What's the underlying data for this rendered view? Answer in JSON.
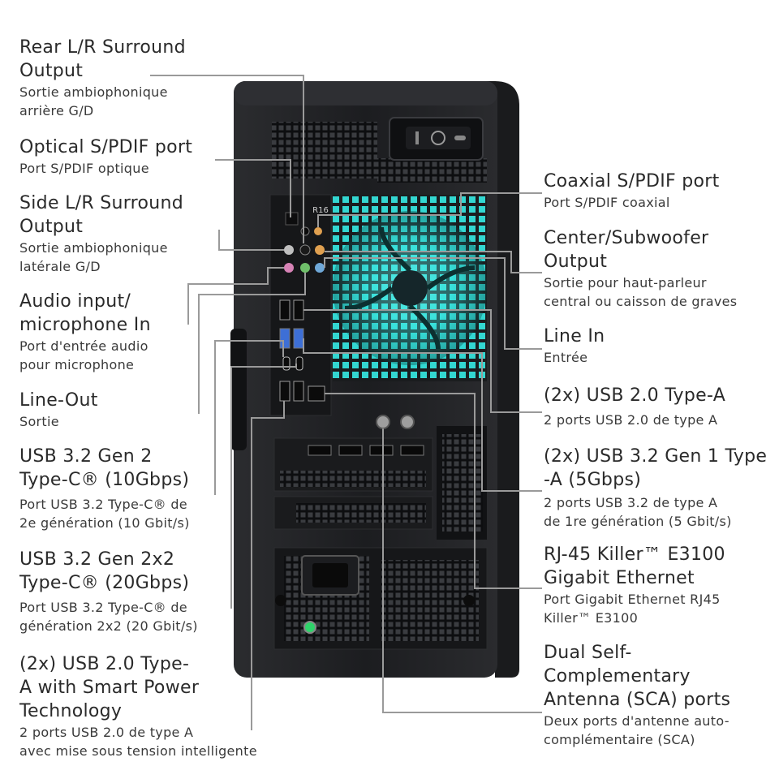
{
  "product": {
    "model_badge": "R16"
  },
  "callouts_left": [
    {
      "id": "rear-surround",
      "title": [
        "Rear L/R Surround",
        "Output"
      ],
      "subtitle": [
        "Sortie ambiophonique",
        "arrière G/D"
      ]
    },
    {
      "id": "optical-spdif",
      "title": [
        "Optical S/PDIF port"
      ],
      "subtitle": [
        "Port S/PDIF optique"
      ]
    },
    {
      "id": "side-surround",
      "title": [
        "Side L/R Surround",
        "Output"
      ],
      "subtitle": [
        "Sortie ambiophonique",
        "latérale G/D"
      ]
    },
    {
      "id": "audio-input",
      "title": [
        "Audio input/",
        "microphone In"
      ],
      "subtitle": [
        "Port d'entrée audio",
        "pour microphone"
      ]
    },
    {
      "id": "line-out",
      "title": [
        "Line-Out"
      ],
      "subtitle": [
        "Sortie"
      ]
    },
    {
      "id": "usb32-gen2-typec",
      "title": [
        "USB 3.2 Gen 2",
        "Type-C® (10Gbps)"
      ],
      "subtitle": [
        "Port USB 3.2 Type-C® de",
        "2e génération (10 Gbit/s)"
      ]
    },
    {
      "id": "usb32-gen2x2-typec",
      "title": [
        "USB 3.2 Gen 2x2",
        "Type-C® (20Gbps)"
      ],
      "subtitle": [
        "Port USB 3.2 Type-C® de",
        "génération 2x2 (20 Gbit/s)"
      ]
    },
    {
      "id": "usb20-smart-power",
      "title": [
        "(2x) USB 2.0 Type-",
        "A with Smart Power",
        "Technology"
      ],
      "subtitle": [
        "2 ports USB 2.0 de type A",
        "avec mise sous tension intelligente"
      ]
    }
  ],
  "callouts_right": [
    {
      "id": "coaxial-spdif",
      "title": [
        "Coaxial S/PDIF port"
      ],
      "subtitle": [
        "Port S/PDIF coaxial"
      ]
    },
    {
      "id": "center-sub",
      "title": [
        "Center/Subwoofer",
        "Output"
      ],
      "subtitle": [
        "Sortie pour haut-parleur",
        "central ou caisson de graves"
      ]
    },
    {
      "id": "line-in",
      "title": [
        "Line In"
      ],
      "subtitle": [
        "Entrée"
      ]
    },
    {
      "id": "usb20-typea",
      "title": [
        "(2x) USB 2.0 Type-A"
      ],
      "subtitle": [
        "2 ports USB 2.0 de type A"
      ]
    },
    {
      "id": "usb32-gen1-typea",
      "title": [
        "(2x) USB 3.2 Gen 1 Type",
        "-A (5Gbps)"
      ],
      "subtitle": [
        "2 ports USB 3.2 de type A",
        "de 1re génération (5 Gbit/s)"
      ]
    },
    {
      "id": "rj45",
      "title": [
        "RJ-45 Killer™ E3100",
        "Gigabit Ethernet"
      ],
      "subtitle": [
        "Port Gigabit Ethernet RJ45",
        "Killer™ E3100"
      ]
    },
    {
      "id": "antenna",
      "title": [
        "Dual Self-",
        "Complementary",
        "Antenna (SCA) ports"
      ],
      "subtitle": [
        "Deux ports d'antenne auto-",
        "complémentaire (SCA)"
      ]
    }
  ],
  "colors": {
    "case": "#1f2022",
    "panel": "#151618",
    "fan_glow": "#3fe6e0",
    "leader": "#8a8a8a",
    "audio_green": "#6fbf6a",
    "audio_pink": "#d783b6",
    "audio_blue": "#6fa8d8",
    "audio_orange": "#e0a050",
    "usb_blue": "#3d6fd6",
    "power_led": "#2fd36a"
  }
}
